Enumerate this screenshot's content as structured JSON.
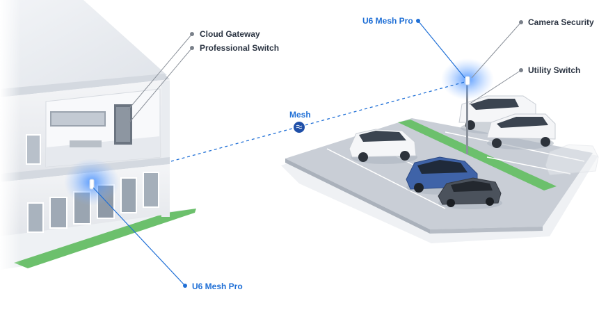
{
  "colors": {
    "accent": "#1f6fd6",
    "glow": "#3d8bff",
    "callout_gray": "#7a808a",
    "lawn": "#6cc06c",
    "asphalt": "#c9ced6"
  },
  "callouts": {
    "cloud_gateway": "Cloud Gateway",
    "professional_switch": "Professional Switch",
    "u6_mesh_pro_top": "U6 Mesh Pro",
    "camera_security": "Camera Security",
    "utility_switch": "Utility Switch",
    "mesh": "Mesh",
    "u6_mesh_pro_bottom": "U6 Mesh Pro"
  },
  "icons": {
    "mesh_badge": "wifi-waves-icon"
  }
}
